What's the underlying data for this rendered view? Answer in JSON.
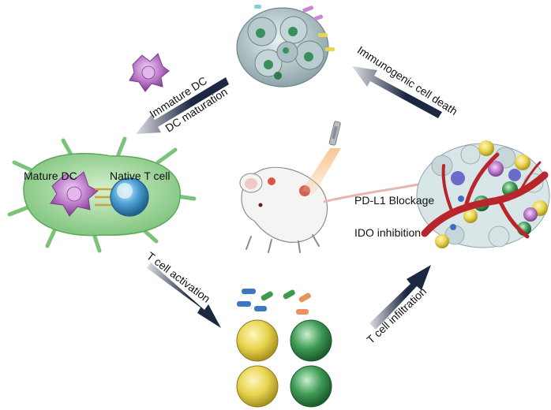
{
  "labels": {
    "immature_dc": "Immature DC",
    "dc_maturation": "DC maturation",
    "immunogenic_cell_death": "Immunogenic cell death",
    "mature_dc": "Mature DC",
    "native_t_cell": "Native T cell",
    "pd_l1_blockage": "PD-L1 Blockage",
    "ido_inhibition": "IDO inhibition",
    "t_cell_activation": "T cell activation",
    "t_cell_infiltration": "T cell infiltration"
  },
  "colors": {
    "arrow": "#1c2742",
    "dc_body": "#8ccf8a",
    "dc_purple": "#b874c6",
    "t_cell_blue": "#4ea3d6",
    "t_cell_yellow": "#e8d44e",
    "t_cell_green": "#3e9a55",
    "vessel_red": "#b8262b",
    "tumor_gray": "#9fb3b8"
  },
  "icons": [
    "mouse-icon",
    "laser-fiber-icon",
    "tumor-cluster-icon",
    "dendritic-cell-icon"
  ]
}
